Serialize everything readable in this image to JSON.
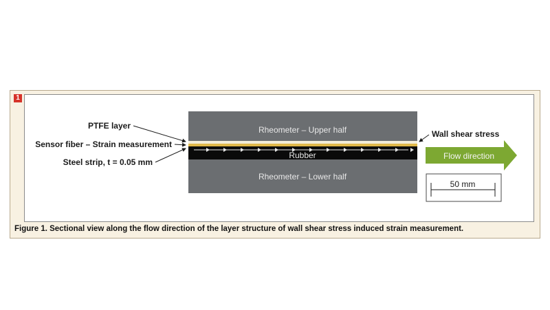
{
  "figure": {
    "number": "1",
    "caption": "Figure 1. Sectional view along the flow direction of the layer structure of wall shear stress induced strain measurement."
  },
  "diagram": {
    "upper_block_label": "Rheometer – Upper half",
    "lower_block_label": "Rheometer – Lower half",
    "rubber_label": "Rubber",
    "labels": {
      "ptfe": "PTFE layer",
      "sensor": "Sensor fiber – Strain measurement",
      "steel": "Steel strip, t = 0.05 mm",
      "wall_shear": "Wall shear stress",
      "flow": "Flow direction",
      "scale": "50 mm"
    }
  },
  "colors": {
    "rheometer": "#6b6e71",
    "ptfe_layer": "#f2ecd8",
    "sensor_fiber": "#e0b84a",
    "steel_strip": "#0a0a0a",
    "flow_arrow": "#7da832",
    "figure_badge": "#d6332a",
    "figure_background": "#f8f1e2"
  }
}
